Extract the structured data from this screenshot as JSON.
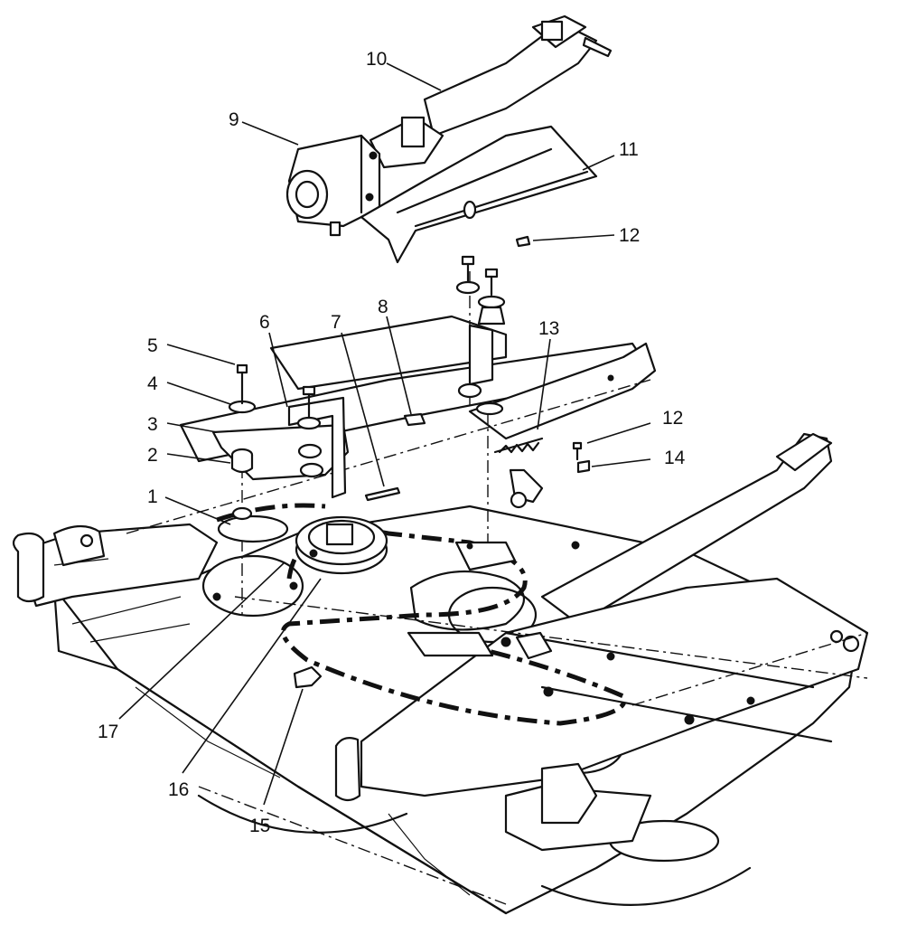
{
  "diagram": {
    "callouts": [
      {
        "id": "1",
        "label": "1"
      },
      {
        "id": "2",
        "label": "2"
      },
      {
        "id": "3",
        "label": "3"
      },
      {
        "id": "4",
        "label": "4"
      },
      {
        "id": "5",
        "label": "5"
      },
      {
        "id": "6",
        "label": "6"
      },
      {
        "id": "7",
        "label": "7"
      },
      {
        "id": "8",
        "label": "8"
      },
      {
        "id": "9",
        "label": "9"
      },
      {
        "id": "10",
        "label": "10"
      },
      {
        "id": "11",
        "label": "11"
      },
      {
        "id": "12a",
        "label": "12"
      },
      {
        "id": "12b",
        "label": "12"
      },
      {
        "id": "13",
        "label": "13"
      },
      {
        "id": "14",
        "label": "14"
      },
      {
        "id": "15",
        "label": "15"
      },
      {
        "id": "16",
        "label": "16"
      },
      {
        "id": "17",
        "label": "17"
      }
    ]
  }
}
